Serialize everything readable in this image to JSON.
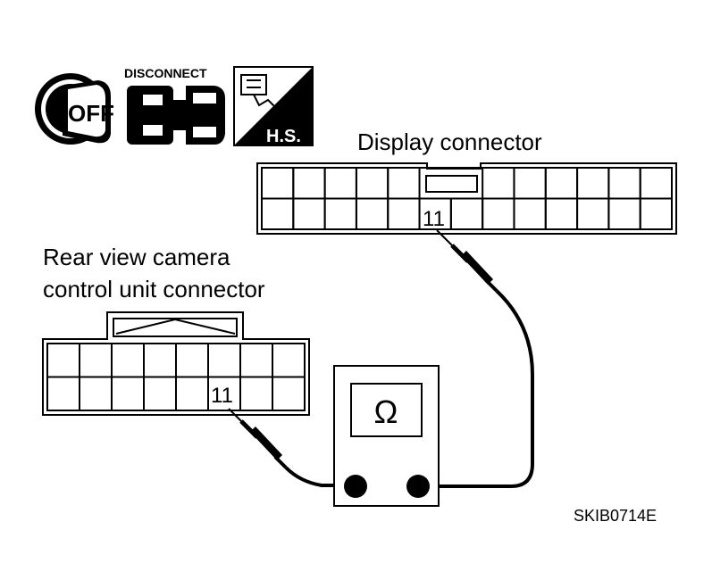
{
  "icons": {
    "ignition": {
      "text": "OFF",
      "icon": "ignition-key-off-icon"
    },
    "disconnect": {
      "text": "DISCONNECT",
      "icon": "connector-disconnect-icon"
    },
    "harness": {
      "text": "H.S.",
      "icon": "harness-side-icon"
    }
  },
  "display_connector": {
    "label": "Display connector",
    "pin": "11"
  },
  "camera_connector": {
    "label_line1": "Rear view camera",
    "label_line2": "control unit connector",
    "pin": "11"
  },
  "meter": {
    "symbol": "Ω",
    "icon": "ohmmeter-icon"
  },
  "figure_code": "SKIB0714E",
  "colors": {
    "ink": "#000000",
    "background": "#ffffff"
  }
}
